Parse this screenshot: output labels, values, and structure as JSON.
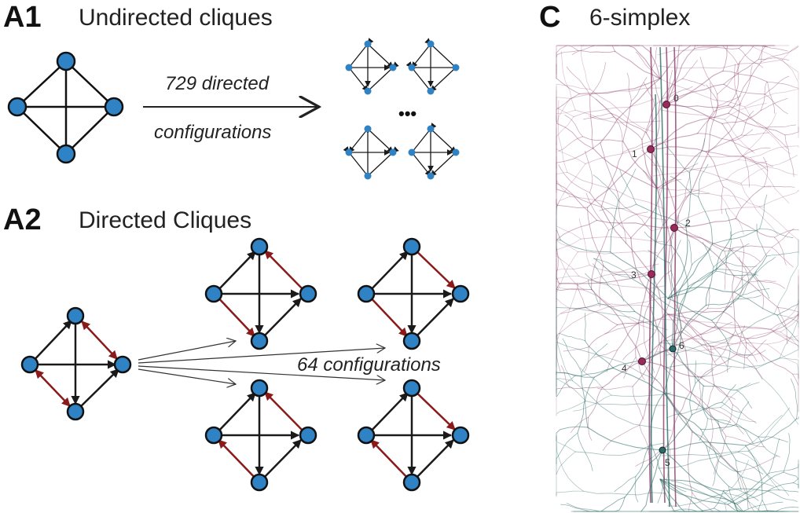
{
  "panels": {
    "a1": {
      "letter": "A1",
      "title": "Undirected cliques",
      "arrow_label_line1": "729 directed",
      "arrow_label_line2": "configurations",
      "ellipsis": "•••"
    },
    "a2": {
      "letter": "A2",
      "title": "Directed Cliques",
      "arrow_label": "64 configurations"
    },
    "c": {
      "letter": "C",
      "title": "6-simplex",
      "neuron_labels": [
        "0",
        "1",
        "2",
        "3",
        "4",
        "5",
        "6"
      ]
    }
  },
  "colors": {
    "node": "#2f83c4",
    "edge": "#1a1a1a",
    "highlight_edge": "#8b1a1a",
    "neuron_pink": "#8a3a66",
    "neuron_teal": "#2c6b66",
    "soma": "#9a2a5a"
  }
}
